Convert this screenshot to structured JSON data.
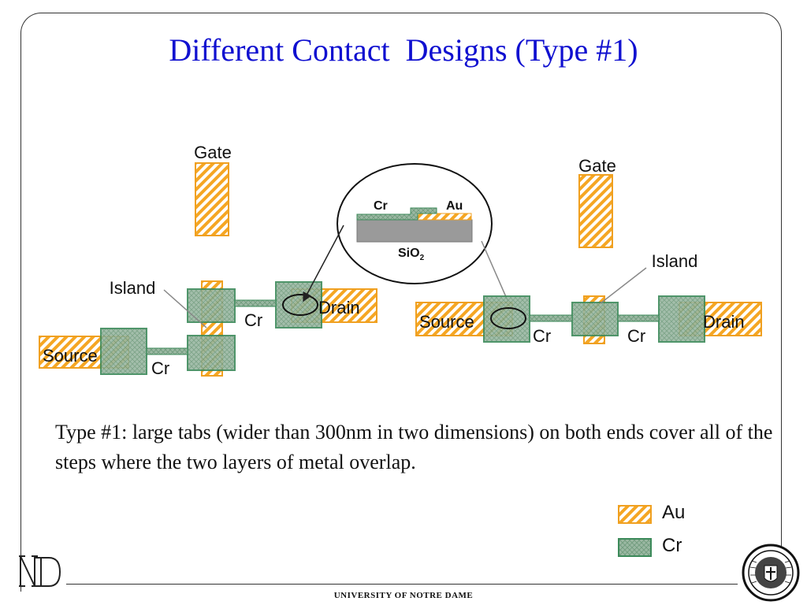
{
  "title": "Different Contact  Designs (Type #1)",
  "labels": {
    "gate": "Gate",
    "island": "Island",
    "source": "Source",
    "drain": "Drain",
    "cr": "Cr",
    "au": "Au",
    "sio2_base": "SiO",
    "sio2_sub": "2"
  },
  "caption": "Type #1: large tabs (wider than 300nm in two dimensions) on both ends cover all of the steps where the two layers of metal overlap.",
  "legend": [
    {
      "label": "Au",
      "material": "gold-hatch"
    },
    {
      "label": "Cr",
      "material": "green-crosshatch"
    }
  ],
  "footer": "UNIVERSITY   OF   NOTRE   DAME",
  "colors": {
    "title": "#1010d0",
    "au_stroke": "#f0a020",
    "cr_fill": "#8fae98",
    "cr_stroke": "#3c8a5a",
    "substrate": "#999999"
  },
  "icons": {
    "university_logo": "nd-monogram-icon",
    "seal": "university-seal-icon"
  }
}
